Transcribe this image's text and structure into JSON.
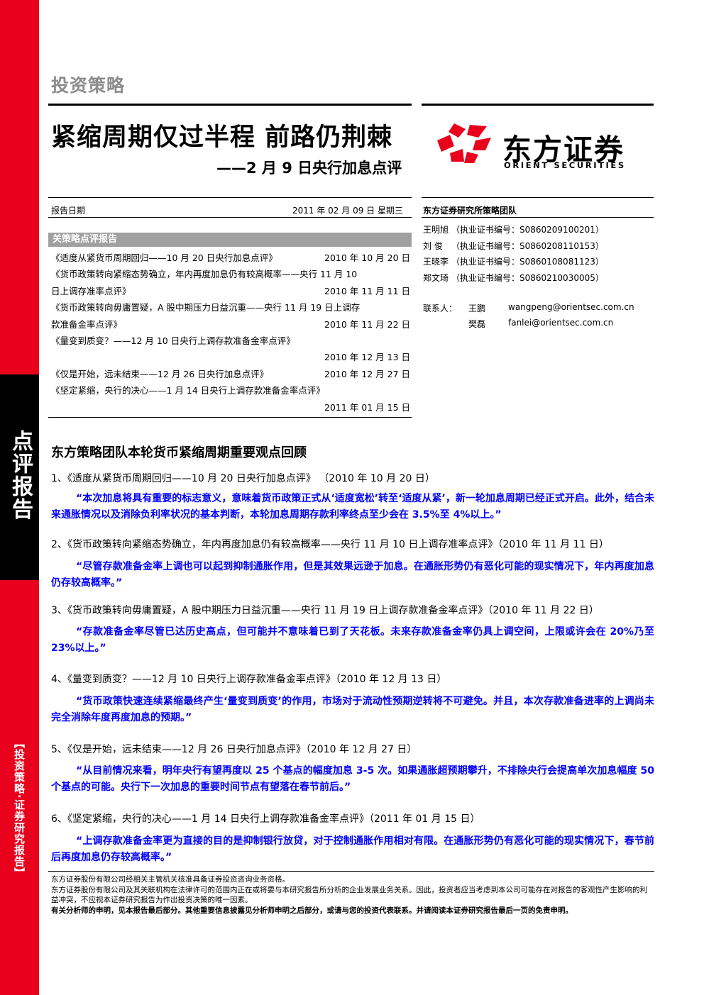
{
  "sidebar": {
    "label_top": "点评报告",
    "label_bottom": "【投资策略·证券研究报告】"
  },
  "header": {
    "category": "投资策略",
    "title": "紧缩周期仅过半程  前路仍荆棘",
    "subtitle": "——2 月 9 日央行加息点评"
  },
  "logo": {
    "name_cn": "东方证券",
    "name_en": "ORIENT  SECURITIES",
    "color": "#e8001c"
  },
  "report_date": {
    "label": "报告日期",
    "value": "2011 年 02 月 09 日  星期三"
  },
  "related": {
    "header": "关策略点评报告",
    "lines": [
      {
        "left": "《适度从紧货币周期回归——10 月 20 日央行加息点评》",
        "right": "2010 年 10 月 20 日"
      },
      {
        "left": "《货币政策转向紧缩态势确立，年内再度加息仍有较高概率——央行 11 月 10",
        "right": ""
      },
      {
        "left": "日上调存准率点评》",
        "right": "2010 年 11 月 11 日"
      },
      {
        "left": "《货币政策转向毋庸置疑，A 股中期压力日益沉重——央行 11 月 19 日上调存",
        "right": ""
      },
      {
        "left": "款准备金率点评》",
        "right": "2010 年 11 月 22 日"
      },
      {
        "left": "《量变到质变？——12 月 10 日央行上调存款准备金率点评》",
        "right": ""
      },
      {
        "left": "",
        "right": "2010 年 12 月 13 日"
      },
      {
        "left": "《仅是开始，远未结束——12 月 26 日央行加息点评》",
        "right": "2010 年 12 月 27 日"
      },
      {
        "left": "《坚定紧缩，央行的决心——1 月 14 日央行上调存款准备金率点评》",
        "right": ""
      },
      {
        "left": "",
        "right": "2011 年 01 月 15 日"
      }
    ]
  },
  "team": {
    "title": "东方证券研究所策略团队",
    "analysts": [
      {
        "name": "王明旭",
        "cert": "（执业证书编号：S0860209100201）"
      },
      {
        "name": "刘  俊",
        "cert": "（执业证书编号：S0860208110153）"
      },
      {
        "name": "王晓李",
        "cert": "（执业证书编号：S0860108081123）"
      },
      {
        "name": "郑文琦",
        "cert": "（执业证书编号：S0860210030005）"
      }
    ],
    "contact_label": "联系人：",
    "contacts": [
      {
        "name": "王鹏",
        "email": "wangpeng@orientsec.com.cn"
      },
      {
        "name": "樊磊",
        "email": "fanlei@orientsec.com.cn"
      }
    ]
  },
  "body": {
    "section_title": "东方策略团队本轮货币紧缩周期重要观点回顾",
    "items": [
      {
        "heading": "1、《适度从紧货币周期回归——10 月 20 日央行加息点评》   （2010 年 10 月 20 日）",
        "quote": "“本次加息将具有重要的标志意义，意味着货币政策正式从‘适度宽松’转至‘适度从紧’，新一轮加息周期已经正式开启。此外，结合未来通胀情况以及消除负利率状况的基本判断，本轮加息周期存款利率终点至少会在 3.5%至 4%以上。”"
      },
      {
        "heading": "2、《货币政策转向紧缩态势确立，年内再度加息仍有较高概率——央行 11 月 10 日上调存准率点评》（2010 年 11 月 11 日）",
        "quote": "“尽管存款准备金率上调也可以起到抑制通胀作用，但是其效果远逊于加息。在通胀形势仍有恶化可能的现实情况下，年内再度加息仍存较高概率。”"
      },
      {
        "heading": "3、《货币政策转向毋庸置疑，A 股中期压力日益沉重——央行 11 月 19 日上调存款准备金率点评》（2010 年 11 月 22 日）",
        "quote": "“存款准备金率尽管已达历史高点，但可能并不意味着已到了天花板。未来存款准备金率仍具上调空间，上限或许会在 20%乃至 23%以上。”"
      },
      {
        "heading": "4、《量变到质变？——12 月 10 日央行上调存款准备金率点评》（2010 年 12 月 13 日）",
        "quote": "“货币政策快速连续紧缩最终产生‘量变到质变’的作用，市场对于流动性预期逆转将不可避免。并且，本次存款准备进率的上调尚未完全消除年度再度加息的预期。”"
      },
      {
        "heading": "5、《仅是开始，远未结束——12 月 26 日央行加息点评》（2010 年 12 月 27 日）",
        "quote": "“从目前情况来看，明年央行有望再度以 25 个基点的幅度加息 3-5 次。如果通胀超预期攀升，不排除央行会提高单次加息幅度 50 个基点的可能。央行下一次加息的重要时间节点有望落在春节前后。”"
      },
      {
        "heading": "6、《坚定紧缩，央行的决心——1 月 14 日央行上调存款准备金率点评》（2011 年 01 月 15 日）",
        "quote": "“上调存款准备金率更为直接的目的是抑制银行放贷，对于控制通胀作用相对有限。在通胀形势仍有恶化可能的现实情况下，春节前后再度加息仍存较高概率。”"
      }
    ]
  },
  "disclaimer": {
    "line1": "东方证券股份有限公司经相关主管机关核准具备证券投资咨询业务资格。",
    "line2": "东方证券股份有限公司及其关联机构在法律许可的范围内正在或将要与本研究报告所分析的企业发展业务关系。因此，投资者应当考虑到本公司可能存在对报告的客观性产生影响的利益冲突，不应视本证券研究报告为作出投资决策的唯一因素。",
    "line3": "有关分析师的申明，见本报告最后部分。其他重要信息披露见分析师申明之后部分，或请与您的投资代表联系。并请阅读本证券研究报告最后一页的免责申明。"
  }
}
